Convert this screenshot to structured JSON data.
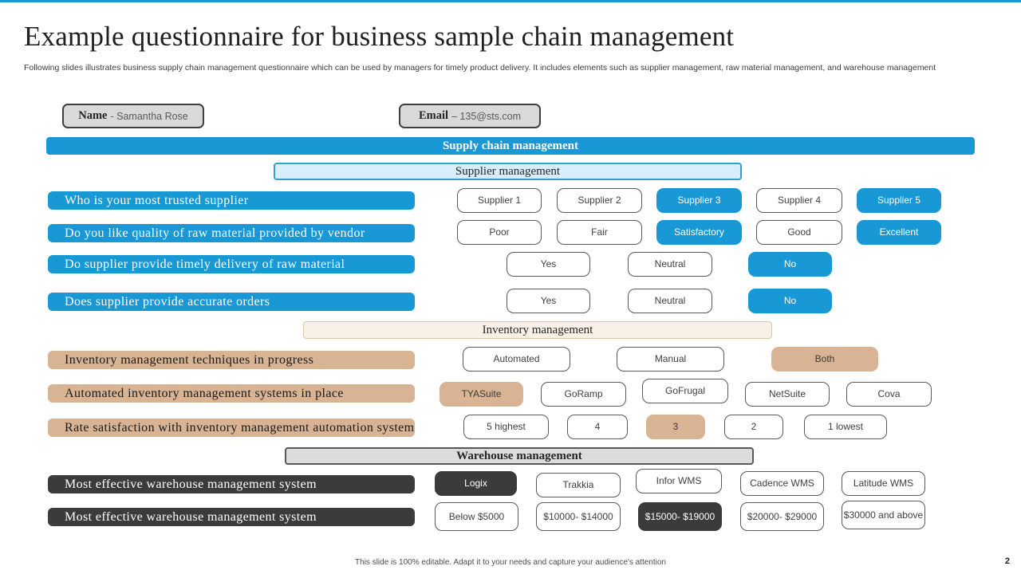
{
  "slide": {
    "title": "Example questionnaire for business sample chain management",
    "subtitle": "Following slides illustrates business supply chain management questionnaire which can be used by managers for timely product delivery. It includes elements such as supplier management, raw material management, and warehouse management",
    "footer": "This slide is 100% editable. Adapt it to your needs and capture your audience's attention",
    "page_number": "2"
  },
  "fields": {
    "name_label": "Name",
    "name_value": "- Samantha Rose",
    "email_label": "Email",
    "email_value": "– 135@sts.com"
  },
  "banners": {
    "supply_chain": "Supply chain management",
    "supplier": "Supplier management",
    "inventory": "Inventory management",
    "warehouse": "Warehouse management"
  },
  "colors": {
    "accent_blue": "#1899d6",
    "light_blue_bg": "#d8eefa",
    "tan": "#d8b494",
    "cream_bg": "#f8f1e6",
    "dark": "#3b3b3b",
    "gray_bg": "#dcdcdc"
  },
  "rows": [
    {
      "scheme": "blue",
      "question": "Who is your most trusted supplier",
      "options": [
        {
          "label": "Supplier 1",
          "selected": false
        },
        {
          "label": "Supplier 2",
          "selected": false
        },
        {
          "label": "Supplier 3",
          "selected": true
        },
        {
          "label": "Supplier 4",
          "selected": false
        },
        {
          "label": "Supplier 5",
          "selected": true
        }
      ]
    },
    {
      "scheme": "blue",
      "question": "Do you like quality of raw material provided by vendor",
      "options": [
        {
          "label": "Poor",
          "selected": false
        },
        {
          "label": "Fair",
          "selected": false
        },
        {
          "label": "Satisfactory",
          "selected": true
        },
        {
          "label": "Good",
          "selected": false
        },
        {
          "label": "Excellent",
          "selected": true
        }
      ]
    },
    {
      "scheme": "blue",
      "question": "Do supplier provide timely delivery of raw material",
      "options": [
        {
          "label": "Yes",
          "selected": false
        },
        {
          "label": "Neutral",
          "selected": false
        },
        {
          "label": "No",
          "selected": true
        }
      ]
    },
    {
      "scheme": "blue",
      "question": "Does supplier provide accurate orders",
      "options": [
        {
          "label": "Yes",
          "selected": false
        },
        {
          "label": "Neutral",
          "selected": false
        },
        {
          "label": "No",
          "selected": true
        }
      ]
    },
    {
      "scheme": "tan",
      "question": "Inventory management techniques in progress",
      "options": [
        {
          "label": "Automated",
          "selected": false
        },
        {
          "label": "Manual",
          "selected": false
        },
        {
          "label": "Both",
          "selected": true
        }
      ]
    },
    {
      "scheme": "tan",
      "question": "Automated inventory management systems in place",
      "options": [
        {
          "label": "TYASuite",
          "selected": true
        },
        {
          "label": "GoRamp",
          "selected": false
        },
        {
          "label": "GoFrugal",
          "selected": false
        },
        {
          "label": "NetSuite",
          "selected": false
        },
        {
          "label": "Cova",
          "selected": false
        }
      ]
    },
    {
      "scheme": "tan",
      "question": "Rate satisfaction with inventory management automation system",
      "options": [
        {
          "label": "5 highest",
          "selected": false
        },
        {
          "label": "4",
          "selected": false
        },
        {
          "label": "3",
          "selected": true
        },
        {
          "label": "2",
          "selected": false
        },
        {
          "label": "1 lowest",
          "selected": false
        }
      ]
    },
    {
      "scheme": "dark",
      "question": "Most effective warehouse management system",
      "options": [
        {
          "label": "Logix",
          "selected": true
        },
        {
          "label": "Trakkia",
          "selected": false
        },
        {
          "label": "Infor WMS",
          "selected": false
        },
        {
          "label": "Cadence WMS",
          "selected": false
        },
        {
          "label": "Latitude WMS",
          "selected": false
        }
      ]
    },
    {
      "scheme": "dark",
      "question": "Most effective warehouse management system",
      "options": [
        {
          "label": "Below $5000",
          "selected": false
        },
        {
          "label": "$10000- $14000",
          "selected": false
        },
        {
          "label": "$15000- $19000",
          "selected": true
        },
        {
          "label": "$20000- $29000",
          "selected": false
        },
        {
          "label": "$30000 and above",
          "selected": false
        }
      ]
    }
  ]
}
